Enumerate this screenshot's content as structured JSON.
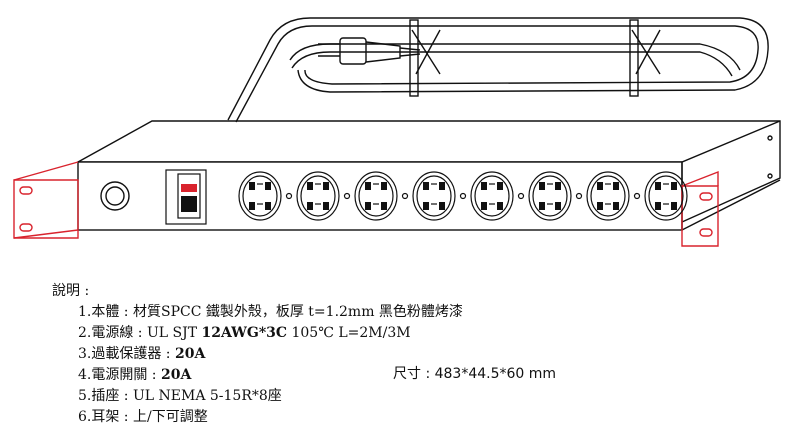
{
  "notes": {
    "heading": "說明 :",
    "items": [
      {
        "text": "1.本體 : 材質SPCC 鐵製外殼，板厚 t=1.2mm  黑色粉體烤漆",
        "strong": ""
      },
      {
        "text": "2.電源線 : UL SJT ",
        "strong": "12AWG*3C",
        "tail": " 105℃ L=2M/3M"
      },
      {
        "text": "3.過載保護器 :  ",
        "strong": "20A",
        "tail": ""
      },
      {
        "text": "4.電源開關 :     ",
        "strong": "20A",
        "tail": ""
      },
      {
        "text": "5.插座 : UL NEMA 5-15R*8座",
        "strong": "",
        "tail": ""
      },
      {
        "text": "6.耳架 : 上/下可調整",
        "strong": "",
        "tail": ""
      }
    ]
  },
  "dimensions": "尺寸 : 483*44.5*60 mm",
  "outlet_count": 8,
  "colors": {
    "line": "#111111",
    "ear": "#d9232d"
  },
  "icons": [
    "power-cord-icon",
    "circuit-breaker-icon",
    "rocker-switch-icon",
    "nema-outlet-icon",
    "rack-ear-icon"
  ]
}
